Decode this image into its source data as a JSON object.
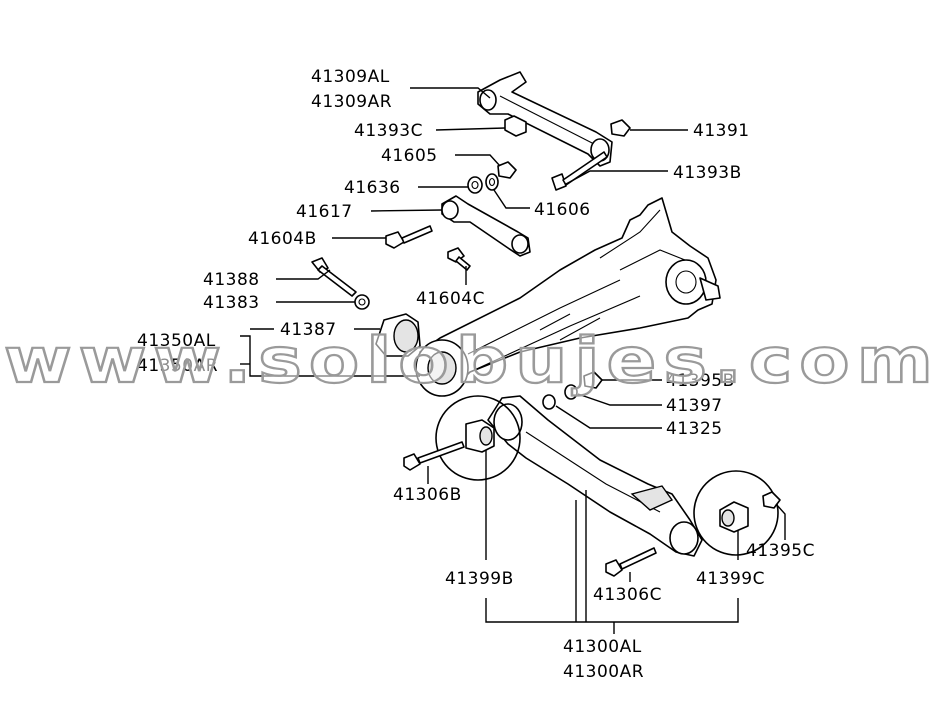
{
  "labels": {
    "p41309AL": "41309AL",
    "p41309AR": "41309AR",
    "p41393C": "41393C",
    "p41391": "41391",
    "p41605": "41605",
    "p41393B": "41393B",
    "p41636": "41636",
    "p41606": "41606",
    "p41617": "41617",
    "p41604B": "41604B",
    "p41388": "41388",
    "p41604C": "41604C",
    "p41383": "41383",
    "p41387": "41387",
    "p41350AL": "41350AL",
    "p41350AR": "41350AR",
    "p41395B": "41395B",
    "p41397": "41397",
    "p41325": "41325",
    "p41306B": "41306B",
    "p41395C": "41395C",
    "p41399B": "41399B",
    "p41399C": "41399C",
    "p41306C": "41306C",
    "p41300AL": "41300AL",
    "p41300AR": "41300AR"
  },
  "watermark": "www.solobujes.com",
  "colors": {
    "line": "#000000",
    "background": "#ffffff",
    "watermark_stroke": "#9a9a9a"
  }
}
